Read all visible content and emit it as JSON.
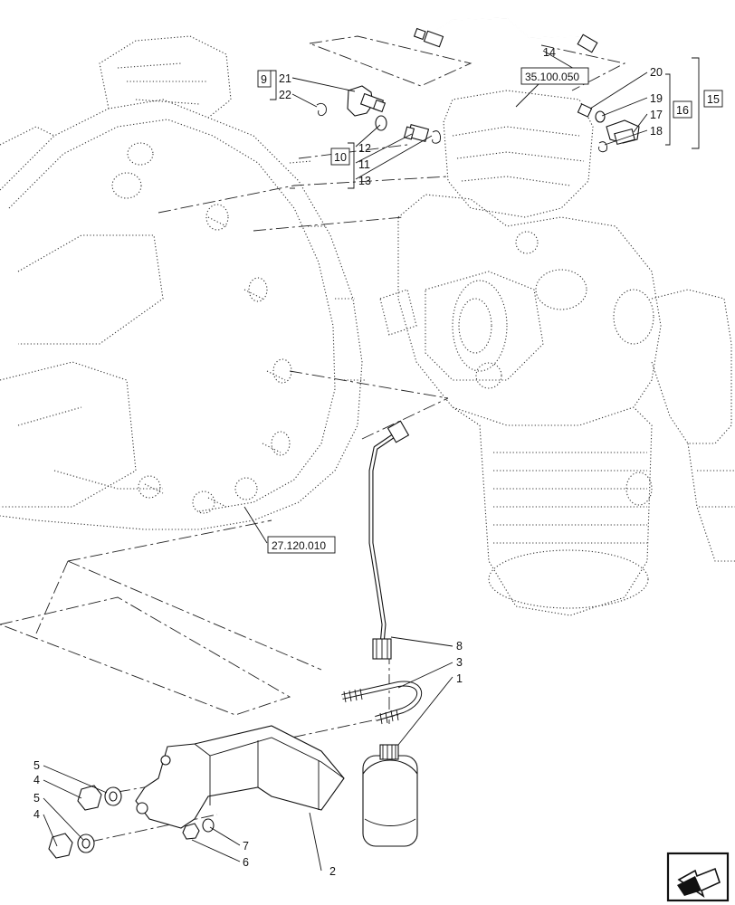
{
  "callouts": {
    "c1": "1",
    "c2": "2",
    "c3": "3",
    "c4a": "4",
    "c4b": "4",
    "c5a": "5",
    "c5b": "5",
    "c6": "6",
    "c7": "7",
    "c8": "8",
    "c9": "9",
    "c10": "10",
    "c11": "11",
    "c12": "12",
    "c13": "13",
    "c14": "14",
    "c15": "15",
    "c16": "16",
    "c17": "17",
    "c18": "18",
    "c19": "19",
    "c20": "20",
    "c21": "21",
    "c22": "22"
  },
  "references": {
    "ref_valve": "35.100.050",
    "ref_housing": "27.120.010"
  },
  "nav": {
    "next_icon": "next-page-arrow-icon"
  }
}
